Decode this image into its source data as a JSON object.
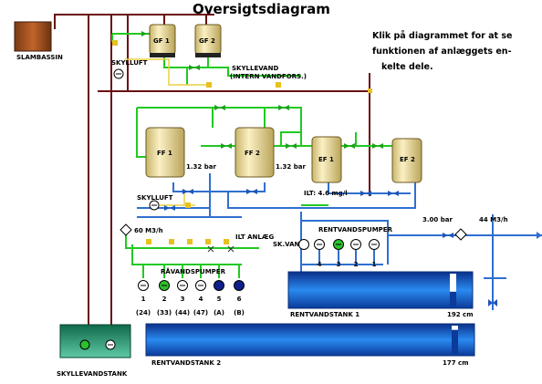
{
  "title": "Oversigtsdiagram",
  "instructions": [
    "Klik på diagrammet for at se",
    "funktionen af anlæggets en-",
    "kelte dele."
  ],
  "labels": {
    "slambassin": "SLAMBASSIN",
    "skyllevandstank": "SKYLLEVANDSTANK",
    "rentvandstank1": "RENTVANDSTANK 1",
    "rentvandstank2": "RENTVANDSTANK 2",
    "skylluft_top": "SKYLLUFT",
    "skylluft_mid": "SKYLLUFT",
    "skyllevand_line1": "SKYLLEVAND",
    "skyllevand_line2": "(INTERN VANDFORS.)",
    "ff1_pressure": "1.32 bar",
    "ff2_pressure": "1.32 bar",
    "ilt_value": "ILT:  4.6 mg/l",
    "flow_left": "60 M3/h",
    "ilt_anlaeg": "ILT ANLÆG",
    "raavandspumper": "RÅVANDSPUMPER",
    "rentvandspumper": "RENTVANDSPUMPER",
    "skvand": "SK.VAND",
    "outlet_pressure": "3.00 bar",
    "outlet_flow": "44 M3/h",
    "level_tank1": "192 cm",
    "level_tank2": "177 cm"
  },
  "filters": [
    {
      "id": "gf1",
      "label": "GF 1"
    },
    {
      "id": "gf2",
      "label": "GF 2"
    },
    {
      "id": "ff1",
      "label": "FF 1"
    },
    {
      "id": "ff2",
      "label": "FF 2"
    },
    {
      "id": "ef1",
      "label": "EF 1"
    },
    {
      "id": "ef2",
      "label": "EF 2"
    }
  ],
  "raw_pumps": [
    {
      "number": "1",
      "value": "(24)",
      "state": "off"
    },
    {
      "number": "2",
      "value": "(33)",
      "state": "running"
    },
    {
      "number": "3",
      "value": "(44)",
      "state": "off"
    },
    {
      "number": "4",
      "value": "(47)",
      "state": "off"
    },
    {
      "number": "5",
      "value": "(A)",
      "state": "blue"
    },
    {
      "number": "6",
      "value": "(B)",
      "state": "blue"
    }
  ],
  "clean_pumps": [
    {
      "number": "4",
      "state": "off"
    },
    {
      "number": "3",
      "state": "running"
    },
    {
      "number": "2",
      "state": "off"
    },
    {
      "number": "1",
      "state": "off"
    }
  ],
  "tank_levels": {
    "rentvandstank1": 0.45,
    "rentvandstank2": 0.85
  },
  "colors": {
    "pipe_green": "#22c922",
    "pipe_blue": "#2f6fd0",
    "pipe_dark": "#6a0f12",
    "tank_blue": "#1f6fd8",
    "filter_fill": "#f3e4a6",
    "slambassin": "#a1521e"
  }
}
